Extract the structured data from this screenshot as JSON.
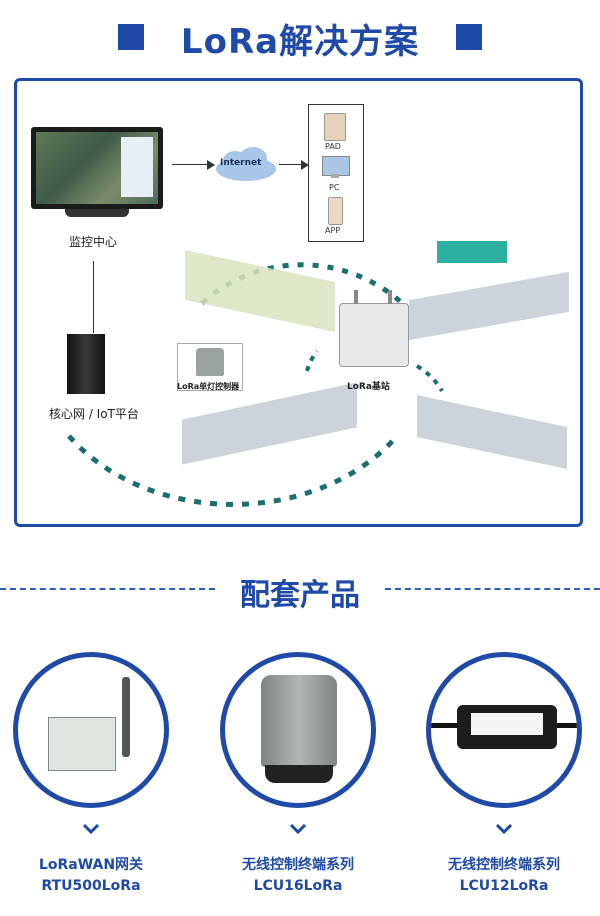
{
  "header": {
    "title": "LoRa解决方案"
  },
  "diagram": {
    "monitor_label": "监控中心",
    "internet_label": "Internet",
    "devices": [
      {
        "label": "PAD"
      },
      {
        "label": "PC"
      },
      {
        "label": "APP"
      }
    ],
    "core_label": "核心网 / IoT平台",
    "controller_label": "LoRa单灯控制器",
    "base_station_label": "LoRa基站"
  },
  "section2": {
    "title": "配套产品"
  },
  "products": [
    {
      "line1": "LoRaWAN网关",
      "line2": "RTU500LoRa"
    },
    {
      "line1": "无线控制终端系列",
      "line2": "LCU16LoRa"
    },
    {
      "line1": "无线控制终端系列",
      "line2": "LCU12LoRa"
    }
  ],
  "colors": {
    "brand": "#1f4aa8",
    "accent_dash": "#1a6f70"
  }
}
